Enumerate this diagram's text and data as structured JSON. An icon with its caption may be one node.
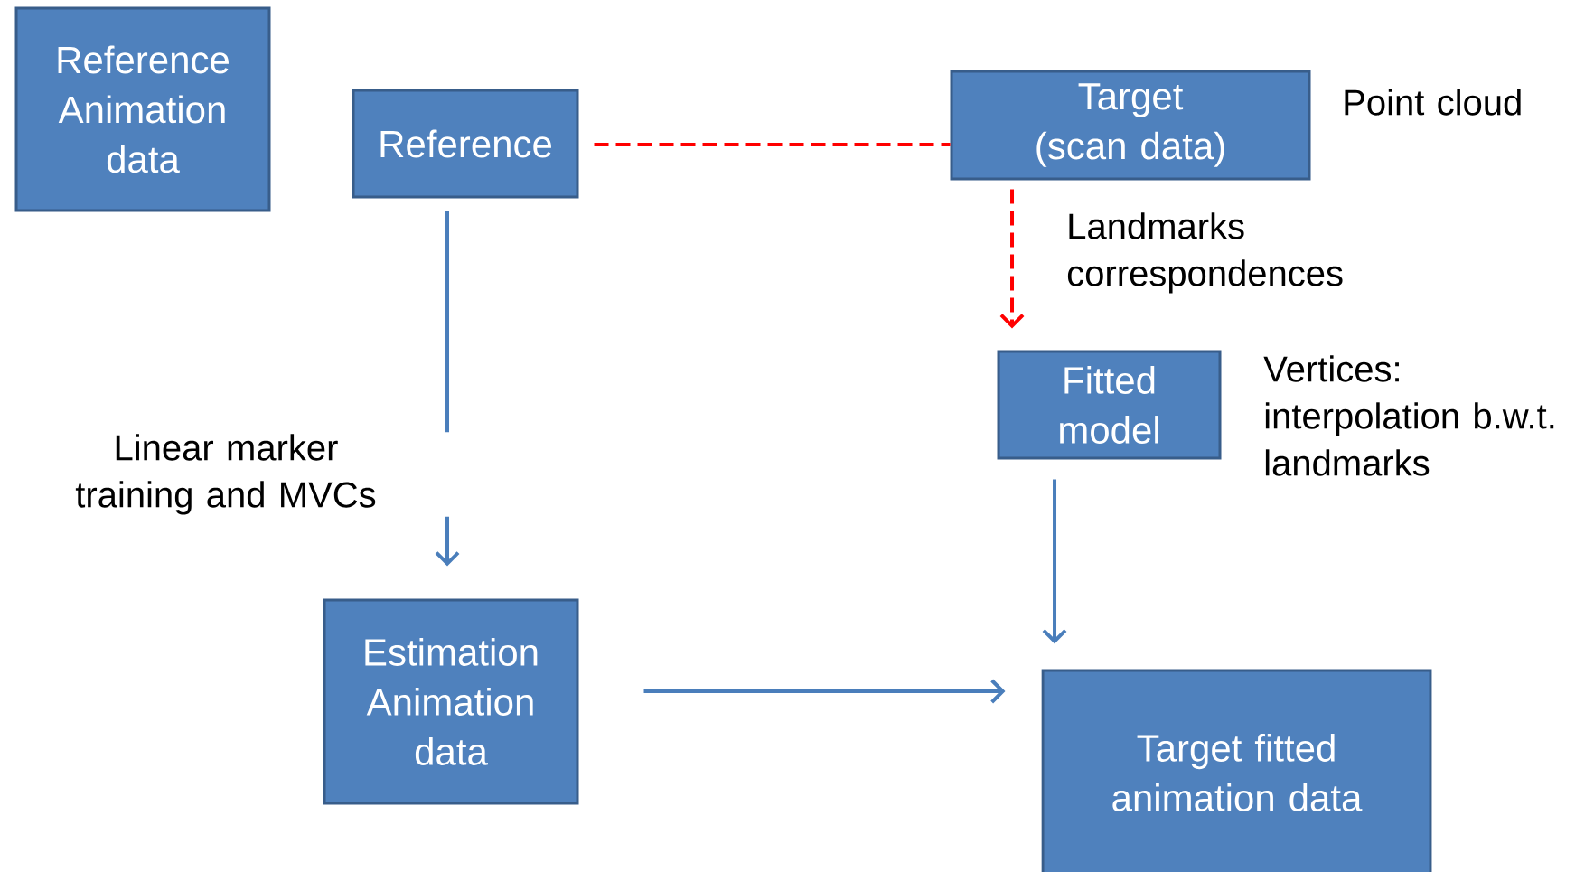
{
  "diagram": {
    "nodes": [
      {
        "text": [
          "Reference Animation data"
        ]
      },
      {
        "text": [
          "Reference"
        ]
      },
      {
        "text": [
          "Target (scan data)"
        ],
        "beside": [
          "Point cloud"
        ]
      },
      {
        "text": [
          "Fitted model"
        ],
        "beside": [
          "Vertices: interpolation b.w.t. landmarks"
        ]
      },
      {
        "text": [
          "Estimation Animation data"
        ]
      },
      {
        "text": [
          "Target fitted animation data"
        ]
      }
    ],
    "edges": [
      {
        "from": 1,
        "to": 2,
        "arrow": "none",
        "style": "dashed",
        "color": "#ff0000"
      },
      {
        "from": 2,
        "to": 3,
        "arrow": "to",
        "style": "dashed",
        "color": "#ff0000",
        "label": "Landmarks correspondences"
      },
      {
        "from": 1,
        "to": 4,
        "arrow": "to",
        "label": "Linear marker training and MVCs"
      },
      {
        "from": 3,
        "to": 5,
        "arrow": "to"
      },
      {
        "from": 4,
        "to": 5,
        "arrow": "to"
      }
    ]
  }
}
